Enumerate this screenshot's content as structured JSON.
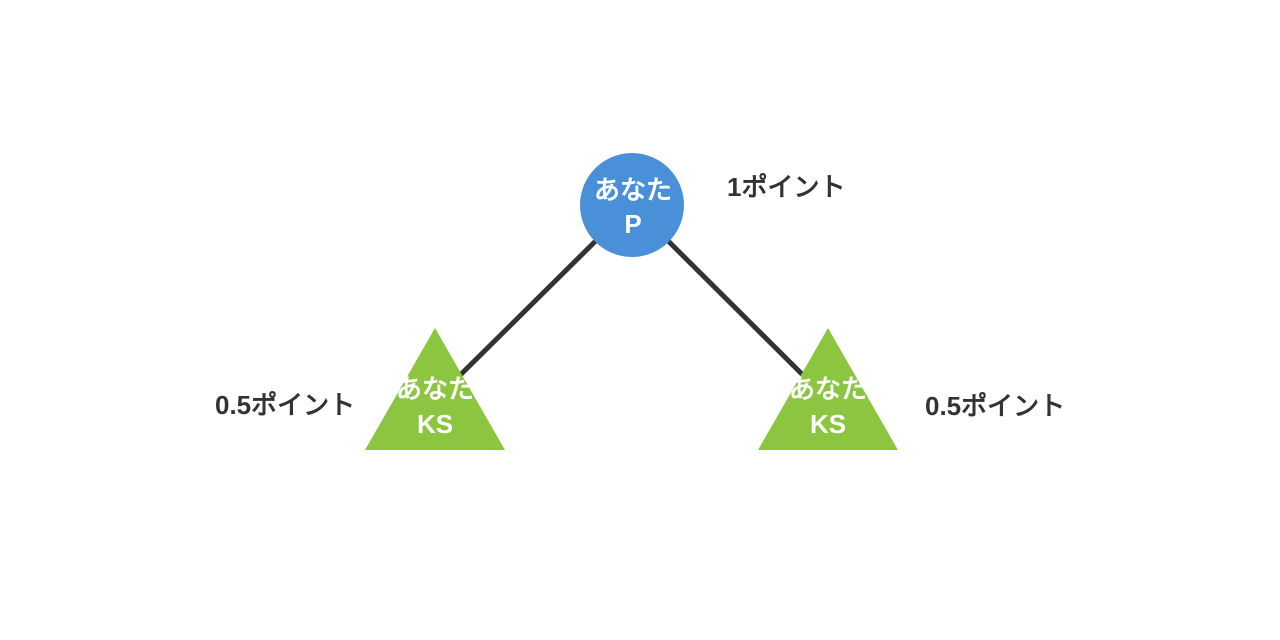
{
  "colors": {
    "parent_fill": "#4a90d9",
    "child_fill": "#8cc540",
    "edge": "#333333",
    "label_text": "#333333",
    "node_text": "#ffffff",
    "background": "#ffffff"
  },
  "nodes": {
    "parent": {
      "shape": "circle",
      "line1": "あなた",
      "line2": "P",
      "point_label": "1ポイント"
    },
    "left_child": {
      "shape": "triangle",
      "line1": "あなた",
      "line2": "KS",
      "point_label": "0.5ポイント"
    },
    "right_child": {
      "shape": "triangle",
      "line1": "あなた",
      "line2": "KS",
      "point_label": "0.5ポイント"
    }
  }
}
